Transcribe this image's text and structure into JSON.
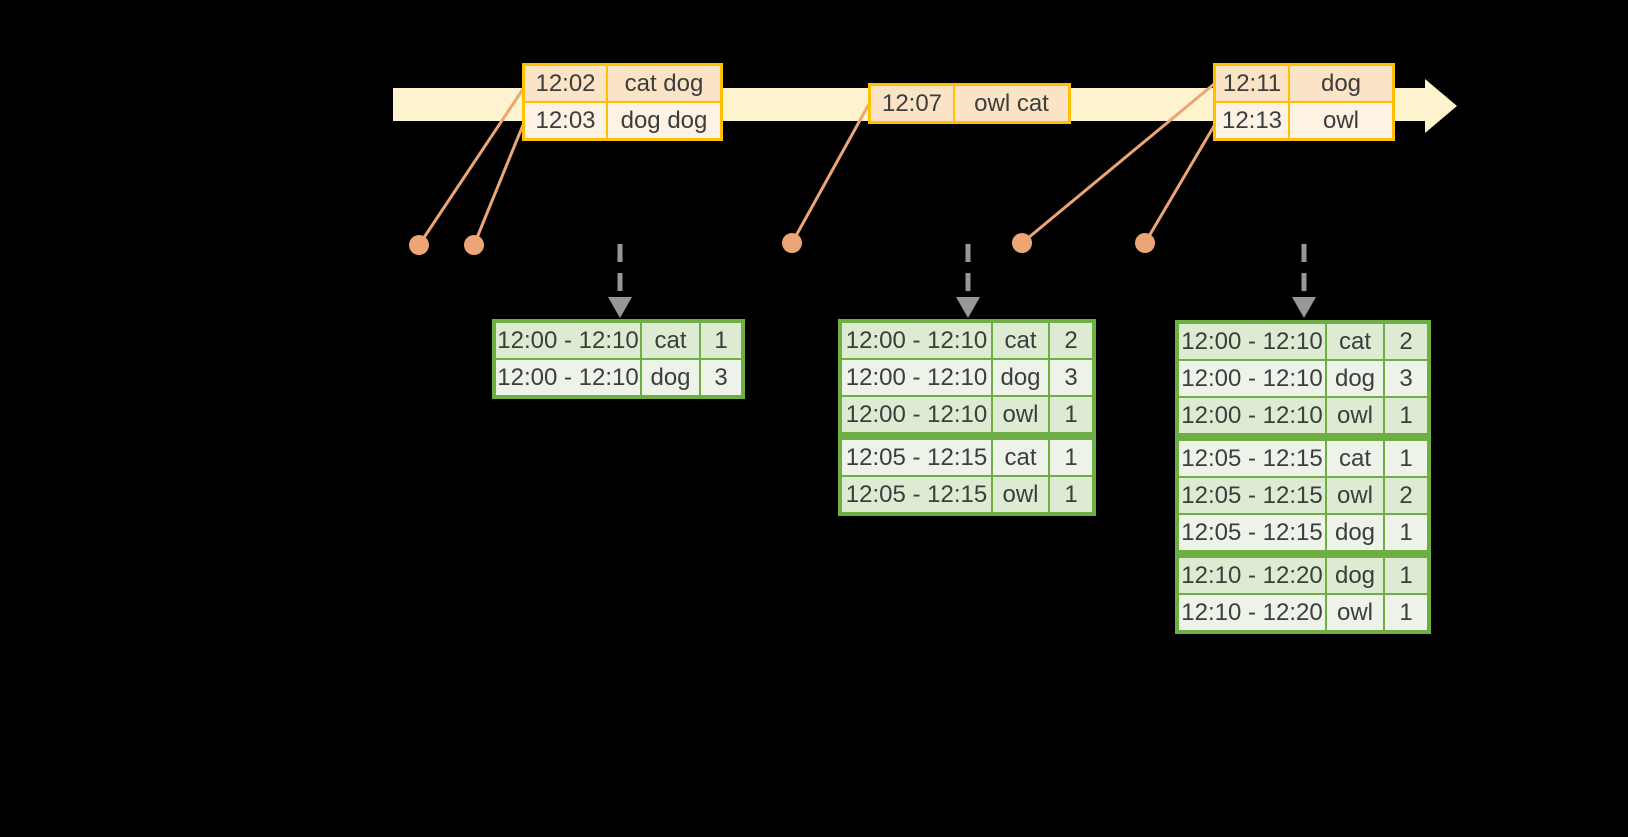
{
  "colors": {
    "background": "#000000",
    "timeline_fill": "#fdf3cf",
    "event_border": "#ffc000",
    "event_row_a": "#fbe3c6",
    "event_row_b": "#fdf2e3",
    "connector": "#eca676",
    "result_border": "#6fae45",
    "result_row_a": "#dcebd1",
    "result_row_b": "#edf3e9",
    "trigger_arrow": "#979797",
    "text": "#3d3d3d"
  },
  "event_tables": [
    {
      "name": "event-table-1",
      "rows": [
        {
          "time": "12:02",
          "words": "cat dog"
        },
        {
          "time": "12:03",
          "words": "dog dog"
        }
      ]
    },
    {
      "name": "event-table-2",
      "rows": [
        {
          "time": "12:07",
          "words": "owl cat"
        }
      ]
    },
    {
      "name": "event-table-3",
      "rows": [
        {
          "time": "12:11",
          "words": "dog"
        },
        {
          "time": "12:13",
          "words": "owl"
        }
      ]
    }
  ],
  "result_tables": [
    {
      "name": "result-table-1",
      "groups": [
        [
          {
            "window": "12:00 - 12:10",
            "word": "cat",
            "count": "1"
          },
          {
            "window": "12:00 - 12:10",
            "word": "dog",
            "count": "3"
          }
        ]
      ]
    },
    {
      "name": "result-table-2",
      "groups": [
        [
          {
            "window": "12:00 - 12:10",
            "word": "cat",
            "count": "2"
          },
          {
            "window": "12:00 - 12:10",
            "word": "dog",
            "count": "3"
          },
          {
            "window": "12:00 - 12:10",
            "word": "owl",
            "count": "1"
          }
        ],
        [
          {
            "window": "12:05 - 12:15",
            "word": "cat",
            "count": "1"
          },
          {
            "window": "12:05 - 12:15",
            "word": "owl",
            "count": "1"
          }
        ]
      ]
    },
    {
      "name": "result-table-3",
      "groups": [
        [
          {
            "window": "12:00 - 12:10",
            "word": "cat",
            "count": "2"
          },
          {
            "window": "12:00 - 12:10",
            "word": "dog",
            "count": "3"
          },
          {
            "window": "12:00 - 12:10",
            "word": "owl",
            "count": "1"
          }
        ],
        [
          {
            "window": "12:05 - 12:15",
            "word": "cat",
            "count": "1"
          },
          {
            "window": "12:05 - 12:15",
            "word": "owl",
            "count": "2"
          },
          {
            "window": "12:05 - 12:15",
            "word": "dog",
            "count": "1"
          }
        ],
        [
          {
            "window": "12:10 - 12:20",
            "word": "dog",
            "count": "1"
          },
          {
            "window": "12:10 - 12:20",
            "word": "owl",
            "count": "1"
          }
        ]
      ]
    }
  ],
  "markers": {
    "event_dot_count": 5,
    "trigger_arrow_count": 3
  }
}
